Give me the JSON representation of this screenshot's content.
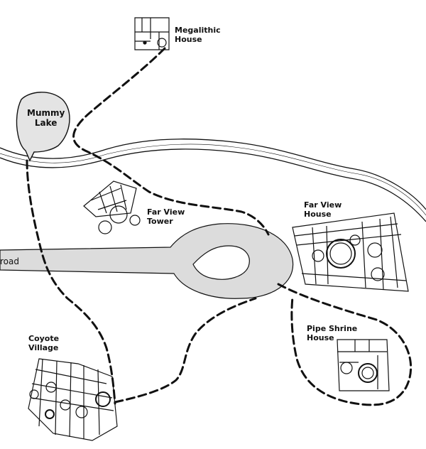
{
  "places": {
    "megalithic_house": "Megalithic\nHouse",
    "mummy_lake": "Mummy\nLake",
    "far_view_tower": "Far View\nTower",
    "far_view_house": "Far View\nHouse",
    "pipe_shrine_house": "Pipe Shrine\nHouse",
    "coyote_village": "Coyote\nVillage"
  },
  "road_label": "road",
  "colors": {
    "ink": "#111111",
    "road_fill": "#dcdcdc",
    "lake_fill": "#e4e4e4",
    "paper": "#ffffff"
  }
}
